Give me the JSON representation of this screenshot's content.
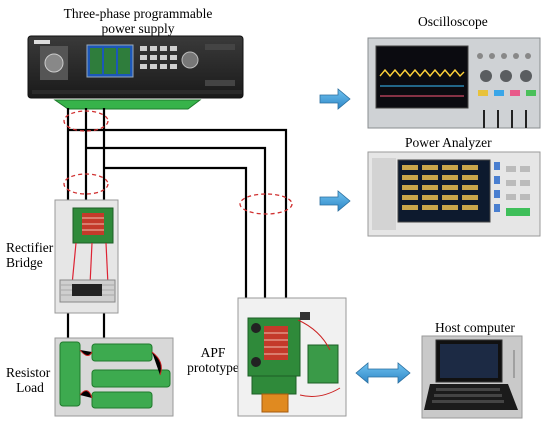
{
  "labels": {
    "psu_line1": "Three-phase programmable",
    "psu_line2": "power supply",
    "oscilloscope": "Oscilloscope",
    "power_analyzer": "Power Analyzer",
    "rectifier_line1": "Rectifier",
    "rectifier_line2": "Bridge",
    "resistor_line1": "Resistor",
    "resistor_line2": "Load",
    "apf_line1": "APF",
    "apf_line2": "prototype",
    "host_computer": "Host computer"
  },
  "colors": {
    "wire": "#000000",
    "arrow": "#3a9bd6",
    "ellipse": "#d03030",
    "board_green": "#2f8a3a",
    "resistor_green": "#3daa4f"
  }
}
